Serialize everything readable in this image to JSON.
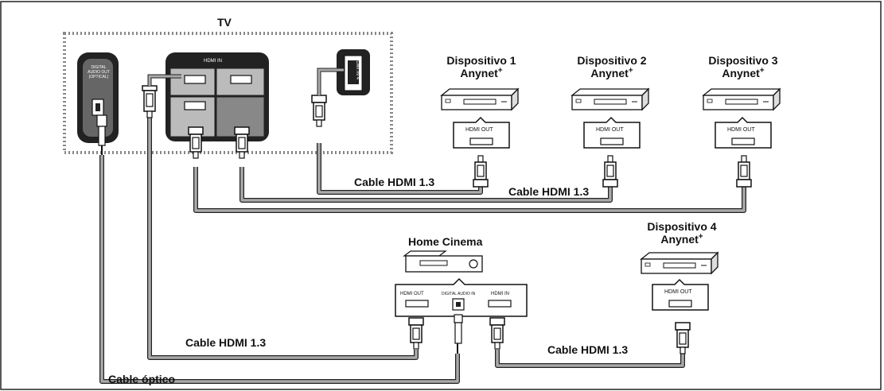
{
  "tv": {
    "label": "TV",
    "optical_port": [
      "DIGITAL",
      "AUDIO OUT",
      "(OPTICAL)"
    ],
    "hdmi_panel_label": "HDMI IN",
    "side_port_label": "HDMI IN 4"
  },
  "devices": [
    {
      "name": "Dispositivo 1",
      "tag": "Anynet",
      "sup": "+",
      "port": "HDMI OUT"
    },
    {
      "name": "Dispositivo 2",
      "tag": "Anynet",
      "sup": "+",
      "port": "HDMI OUT"
    },
    {
      "name": "Dispositivo 3",
      "tag": "Anynet",
      "sup": "+",
      "port": "HDMI OUT"
    },
    {
      "name": "Dispositivo 4",
      "tag": "Anynet",
      "sup": "+",
      "port": "HDMI OUT"
    }
  ],
  "home_cinema": {
    "label": "Home Cinema",
    "ports": [
      "HDMI OUT",
      "DIGITAL AUDIO IN",
      "HDMI IN"
    ]
  },
  "cables": {
    "hdmi_a": "Cable HDMI 1.3",
    "hdmi_b": "Cable HDMI 1.3",
    "hdmi_c": "Cable HDMI 1.3",
    "hdmi_d": "Cable HDMI 1.3",
    "optical": "Cable óptico"
  }
}
